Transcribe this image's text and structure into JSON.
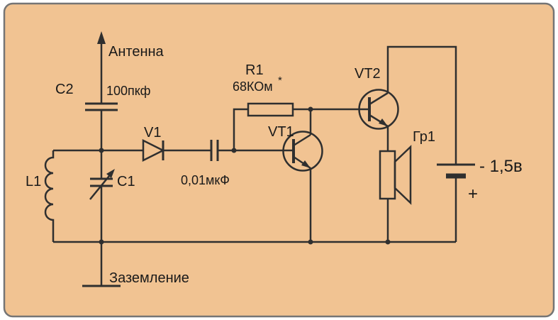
{
  "diagram": {
    "kind": "radio-receiver-circuit-schematic",
    "colors": {
      "background": "#f1c392",
      "border": "#757575",
      "ink": "#2f2f2f",
      "page": "#ffffff"
    },
    "components": {
      "antenna": {
        "label": "Антенна"
      },
      "ground": {
        "label": "Заземление"
      },
      "c2": {
        "name": "C2",
        "value": "100пкф"
      },
      "v1": {
        "name": "V1"
      },
      "l1": {
        "name": "L1"
      },
      "c1": {
        "name": "C1"
      },
      "coupling_cap": {
        "value": "0,01мкФ"
      },
      "r1": {
        "name": "R1",
        "value": "68КОм",
        "note": "*"
      },
      "vt1": {
        "name": "VT1"
      },
      "vt2": {
        "name": "VT2"
      },
      "speaker": {
        "name": "Гр1"
      },
      "battery": {
        "value": "- 1,5в",
        "polarity": "+"
      }
    }
  }
}
